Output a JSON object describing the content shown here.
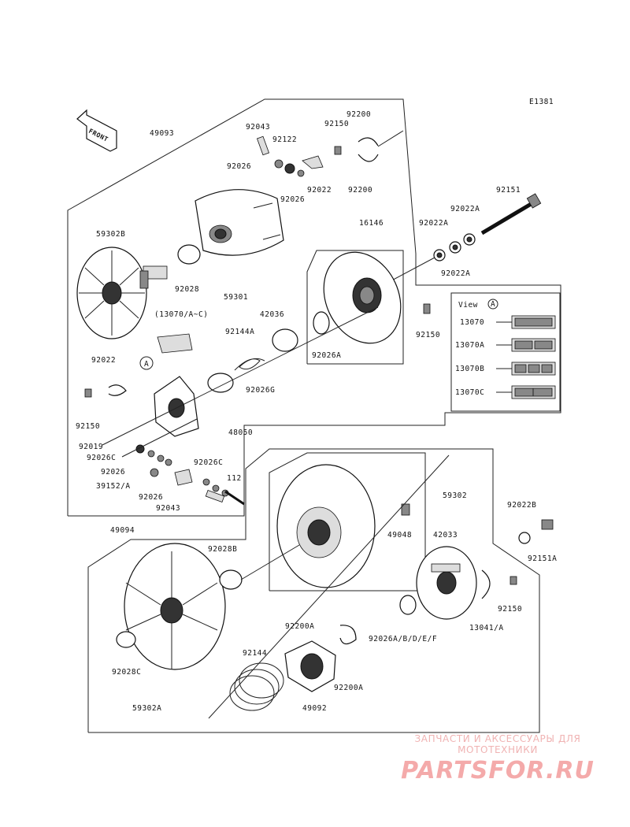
{
  "diagram_code": "E1381",
  "front_label": "FRONT",
  "view_a": {
    "title": "View",
    "marker": "A",
    "items": [
      "13070",
      "13070A",
      "13070B",
      "13070C"
    ]
  },
  "callout_marker": "A",
  "labels": {
    "p49093": "49093",
    "p92043_top": "92043",
    "p92122": "92122",
    "p92150_top": "92150",
    "p92200_top": "92200",
    "p92026_top1": "92026",
    "p92026_top2": "92026",
    "p92022_top": "92022",
    "p92200_top2": "92200",
    "p92151": "92151",
    "p92022a_1": "92022A",
    "p92022a_2": "92022A",
    "p92022a_3": "92022A",
    "p16146": "16146",
    "p59302b": "59302B",
    "p92028": "92028",
    "p59301": "59301",
    "p13070ac": "(13070/A~C)",
    "p42036": "42036",
    "p92144a": "92144A",
    "p92026a": "92026A",
    "p92150_mid": "92150",
    "p92022_left": "92022",
    "p92150_left": "92150",
    "p92026g": "92026G",
    "p48050": "48050",
    "p92019": "92019",
    "p92026c_1": "92026C",
    "p92026c_2": "92026C",
    "p92026_mid": "92026",
    "p112": "112",
    "p39152a": "39152/A",
    "p92026_mid2": "92026",
    "p92043_mid": "92043",
    "p59302": "59302",
    "p49048": "49048",
    "p49094": "49094",
    "p92028b": "92028B",
    "p42033": "42033",
    "p92022b": "92022B",
    "p92151a": "92151A",
    "p92150_right": "92150",
    "p13041a": "13041/A",
    "p92200a_1": "92200A",
    "p92026abdef": "92026A/B/D/E/F",
    "p92144": "92144",
    "p92028c": "92028C",
    "p92200a_2": "92200A",
    "p49092": "49092",
    "p59302a": "59302A"
  },
  "watermark": {
    "subtitle": "ЗАПЧАСТИ И АКСЕССУАРЫ ДЛЯ МОТОТЕХНИКИ",
    "brand": "PARTSFOR.RU"
  }
}
